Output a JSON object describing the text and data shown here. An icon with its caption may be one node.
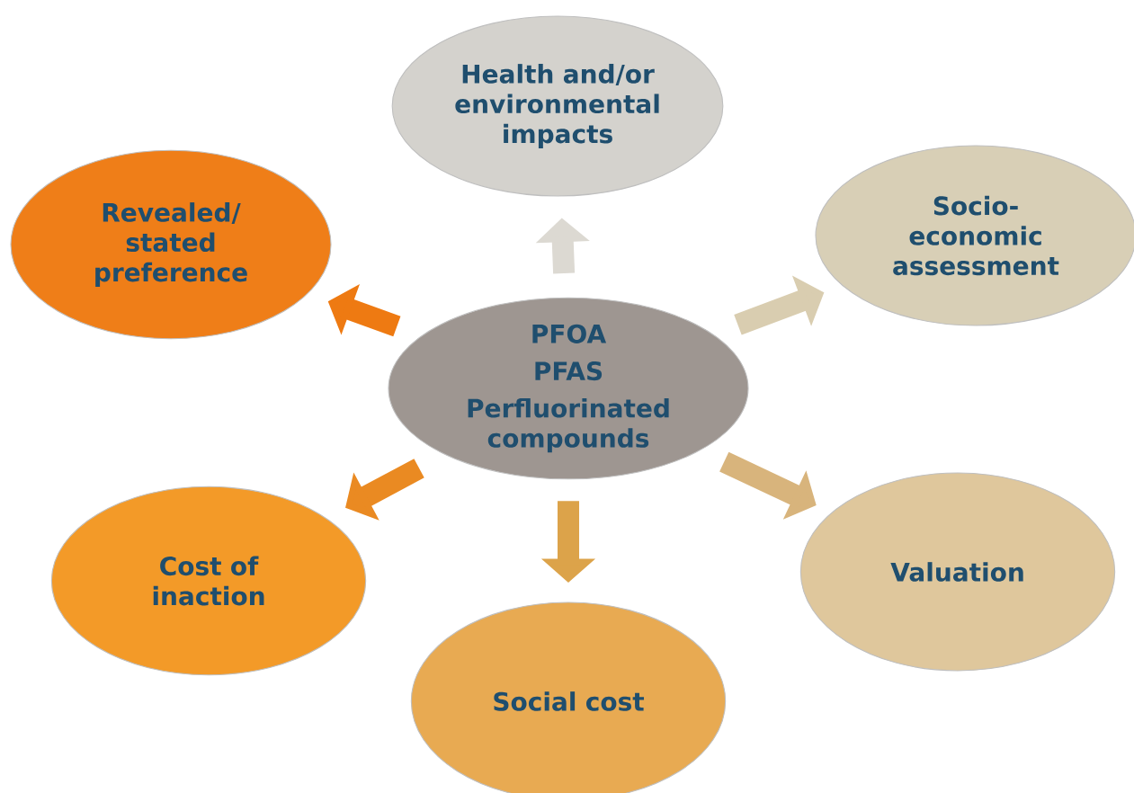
{
  "diagram": {
    "nodes": [
      {
        "text": [
          "PFOA",
          "PFAS",
          "Perfluorinated compounds"
        ]
      },
      {
        "text": [
          "Health and/or environmental impacts"
        ]
      },
      {
        "text": [
          "Socio-economic assessment"
        ]
      },
      {
        "text": [
          "Valuation"
        ]
      },
      {
        "text": [
          "Social cost"
        ]
      },
      {
        "text": [
          "Cost of inaction"
        ]
      },
      {
        "text": [
          "Revealed/ stated preference"
        ]
      }
    ],
    "edges": [
      {
        "from": 0,
        "to": 1,
        "arrow": "to",
        "color": "#dcd9d2"
      },
      {
        "from": 0,
        "to": 2,
        "arrow": "to",
        "color": "#d9cdb0"
      },
      {
        "from": 0,
        "to": 3,
        "arrow": "to",
        "color": "#d8b47c"
      },
      {
        "from": 0,
        "to": 4,
        "arrow": "to",
        "color": "#dca34a"
      },
      {
        "from": 0,
        "to": 5,
        "arrow": "to",
        "color": "#ea8a22"
      },
      {
        "from": 0,
        "to": 6,
        "arrow": "to",
        "color": "#ee7a12"
      }
    ]
  }
}
